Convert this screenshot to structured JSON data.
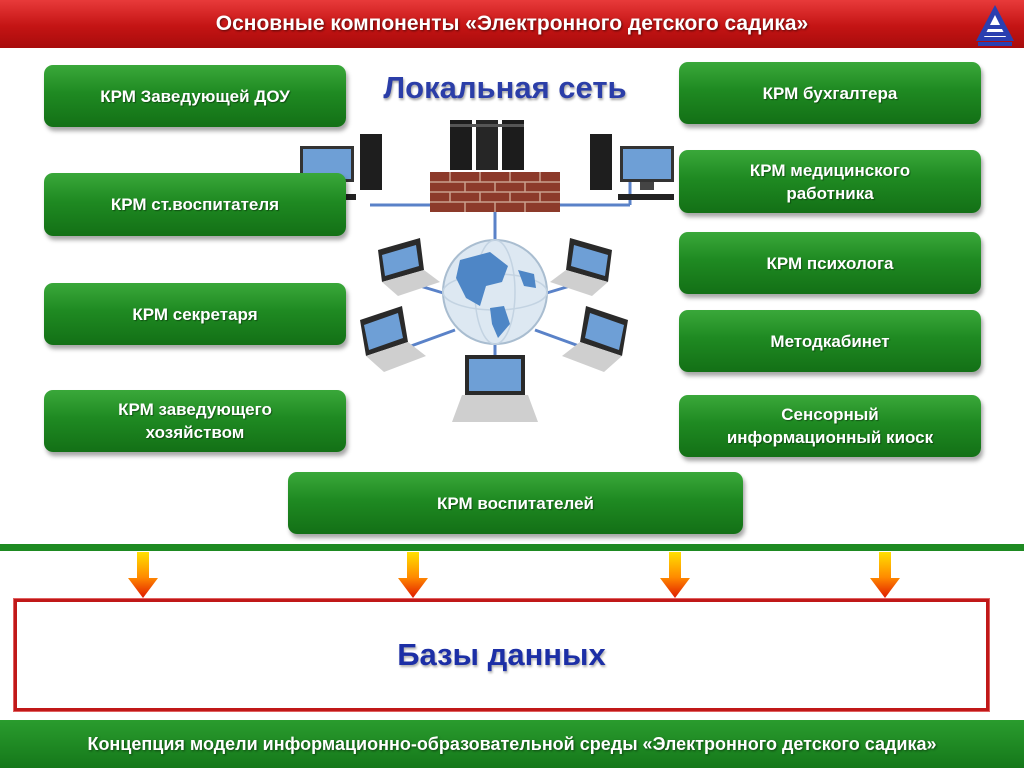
{
  "header": {
    "title": "Основные компоненты «Электронного детского садика»"
  },
  "network": {
    "title": "Локальная сеть"
  },
  "left_boxes": [
    {
      "label": "КРМ Заведующей ДОУ"
    },
    {
      "label": "КРМ ст.воспитателя"
    },
    {
      "label": "КРМ секретаря"
    },
    {
      "lines": [
        "КРМ заведующего",
        "хозяйством"
      ]
    }
  ],
  "right_boxes": [
    {
      "label": "КРМ бухгалтера"
    },
    {
      "lines": [
        "КРМ медицинского",
        "работника"
      ]
    },
    {
      "label": "КРМ психолога"
    },
    {
      "label": "Методкабинет"
    },
    {
      "lines": [
        "Сенсорный",
        "информационный киоск"
      ]
    }
  ],
  "bottom_box": {
    "label": "КРМ воспитателей"
  },
  "databases": {
    "label": "Базы данных"
  },
  "footer": {
    "text": "Концепция модели информационно-образовательной среды «Электронного детского садика»"
  },
  "colors": {
    "header_red": "#c41414",
    "button_green": "#1f8a22",
    "title_blue": "#2b3ea8",
    "db_border_red": "#c01818"
  }
}
